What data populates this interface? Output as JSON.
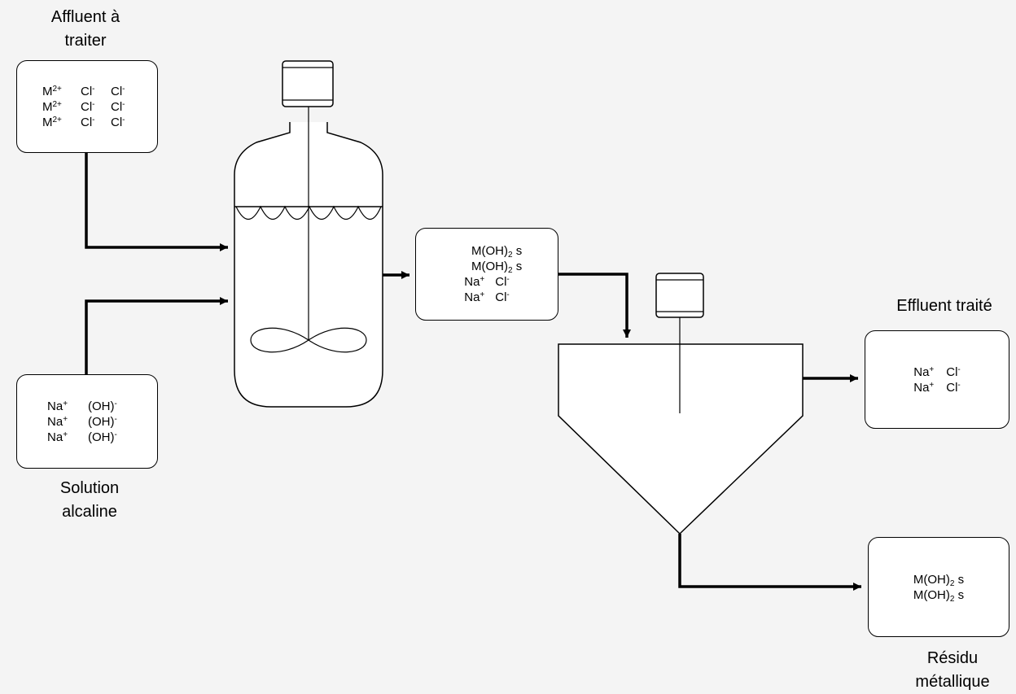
{
  "labels": {
    "affluent": [
      "Affluent à",
      "traiter"
    ],
    "alcaline": [
      "Solution",
      "alcaline"
    ],
    "effluent": "Effluent traité",
    "residu": [
      "Résidu",
      "métallique"
    ]
  },
  "boxes": {
    "affluent": {
      "rows": [
        [
          {
            "t": "M",
            "sup": "2+"
          },
          {
            "t": "Cl",
            "sup": "-"
          },
          {
            "t": "Cl",
            "sup": "-"
          }
        ],
        [
          {
            "t": "M",
            "sup": "2+"
          },
          {
            "t": "Cl",
            "sup": "-"
          },
          {
            "t": "Cl",
            "sup": "-"
          }
        ],
        [
          {
            "t": "M",
            "sup": "2+"
          },
          {
            "t": "Cl",
            "sup": "-"
          },
          {
            "t": "Cl",
            "sup": "-"
          }
        ]
      ]
    },
    "alcaline": {
      "rows": [
        [
          {
            "t": "Na",
            "sup": "+"
          },
          {
            "t": "(OH)",
            "sup": "-"
          }
        ],
        [
          {
            "t": "Na",
            "sup": "+"
          },
          {
            "t": "(OH)",
            "sup": "-"
          }
        ],
        [
          {
            "t": "Na",
            "sup": "+"
          },
          {
            "t": "(OH)",
            "sup": "-"
          }
        ]
      ]
    },
    "mixture": {
      "rows": [
        [
          {
            "t": "M(OH)",
            "sub": "2",
            "after": " s"
          }
        ],
        [
          {
            "t": "M(OH)",
            "sub": "2",
            "after": " s"
          }
        ],
        [
          {
            "t": "Na",
            "sup": "+"
          },
          {
            "t": "Cl",
            "sup": "-"
          }
        ],
        [
          {
            "t": "Na",
            "sup": "+"
          },
          {
            "t": "Cl",
            "sup": "-"
          }
        ]
      ]
    },
    "effluent": {
      "rows": [
        [
          {
            "t": "Na",
            "sup": "+"
          },
          {
            "t": "Cl",
            "sup": "-"
          }
        ],
        [
          {
            "t": "Na",
            "sup": "+"
          },
          {
            "t": "Cl",
            "sup": "-"
          }
        ]
      ]
    },
    "residu": {
      "rows": [
        [
          {
            "t": "M(OH)",
            "sub": "2",
            "after": " s"
          }
        ],
        [
          {
            "t": "M(OH)",
            "sub": "2",
            "after": " s"
          }
        ]
      ]
    }
  },
  "colors": {
    "line": "#000000",
    "background": "#f4f4f4",
    "box_fill": "#ffffff"
  }
}
